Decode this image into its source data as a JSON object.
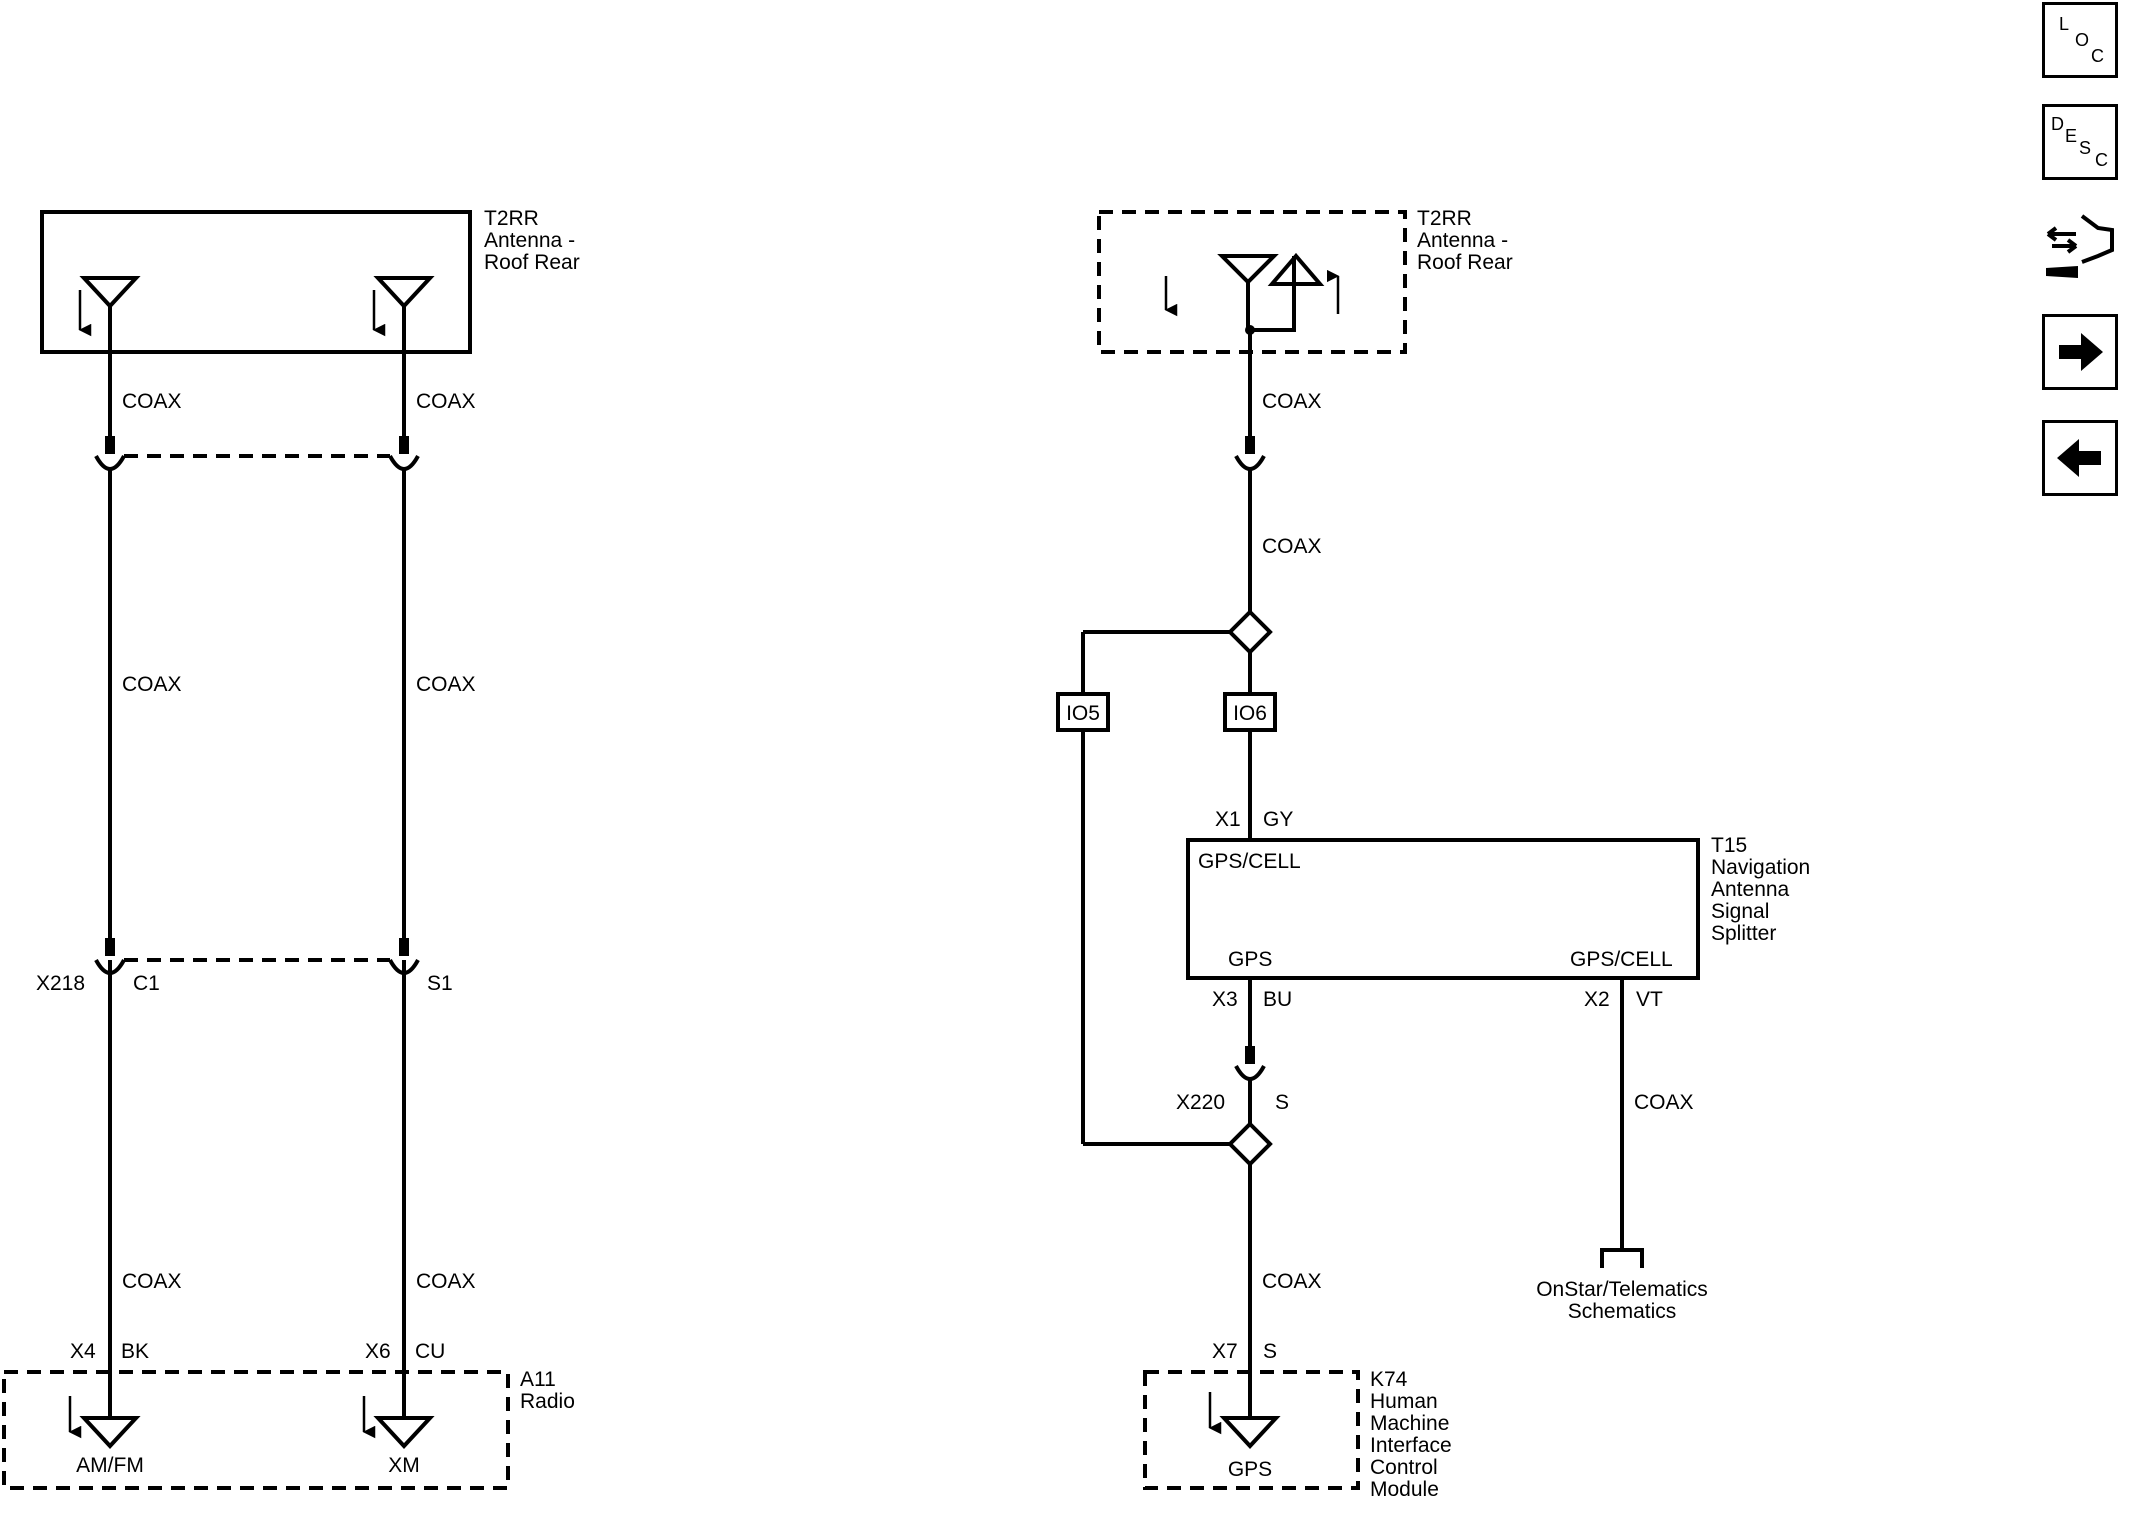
{
  "left_circuit": {
    "antenna_ref": "T2RR",
    "antenna_name_line1": "Antenna -",
    "antenna_name_line2": "Roof Rear",
    "coax": "COAX",
    "connector_ref": "X218",
    "cavity_left": "C1",
    "cavity_right": "S1",
    "radio_pin_left": "X4",
    "radio_color_left": "BK",
    "radio_pin_right": "X6",
    "radio_color_right": "CU",
    "radio_ref": "A11",
    "radio_name": "Radio",
    "band_left": "AM/FM",
    "band_right": "XM"
  },
  "right_circuit": {
    "antenna_ref": "T2RR",
    "antenna_name_line1": "Antenna -",
    "antenna_name_line2": "Roof Rear",
    "coax": "COAX",
    "io5": "IO5",
    "io6": "IO6",
    "x1": "X1",
    "gy": "GY",
    "splitter_ref": "T15",
    "splitter_name": [
      "Navigation",
      "Antenna",
      "Signal",
      "Splitter"
    ],
    "splitter_in": "GPS/CELL",
    "splitter_out_gps": "GPS",
    "splitter_out_cell": "GPS/CELL",
    "x3": "X3",
    "bu": "BU",
    "x2": "X2",
    "vt": "VT",
    "x220": "X220",
    "s": "S",
    "x7": "X7",
    "onstar_line1": "OnStar/Telematics",
    "onstar_line2": "Schematics",
    "module_ref": "K74",
    "module_name": [
      "Human",
      "Machine",
      "Interface",
      "Control",
      "Module"
    ],
    "module_band": "GPS"
  },
  "nav": {
    "loc": [
      "L",
      "O",
      "C"
    ],
    "desc": [
      "D",
      "E",
      "S",
      "C"
    ],
    "icons": [
      "loc-icon",
      "desc-icon",
      "connector-tool-icon",
      "arrow-right-icon",
      "arrow-left-icon"
    ]
  }
}
